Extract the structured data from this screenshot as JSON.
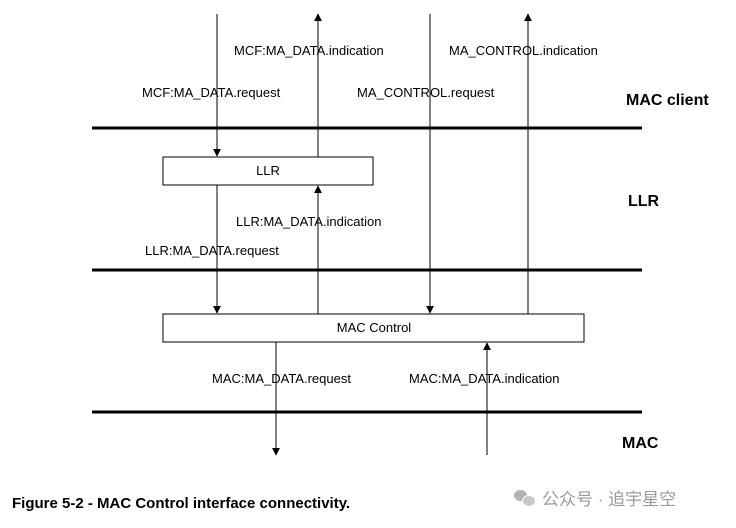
{
  "layers": {
    "mac_client": "MAC client",
    "llr": "LLR",
    "mac": "MAC"
  },
  "boxes": {
    "llr": "LLR",
    "mac_control": "MAC Control"
  },
  "signals": {
    "mcf_indication": "MCF:MA_DATA.indication",
    "mcf_request": "MCF:MA_DATA.request",
    "control_indication": "MA_CONTROL.indication",
    "control_request": "MA_CONTROL.request",
    "llr_indication": "LLR:MA_DATA.indication",
    "llr_request": "LLR:MA_DATA.request",
    "mac_request": "MAC:MA_DATA.request",
    "mac_indication": "MAC:MA_DATA.indication"
  },
  "caption": "Figure 5-2 - MAC Control interface connectivity.",
  "watermark": "公众号 · 追宇星空"
}
